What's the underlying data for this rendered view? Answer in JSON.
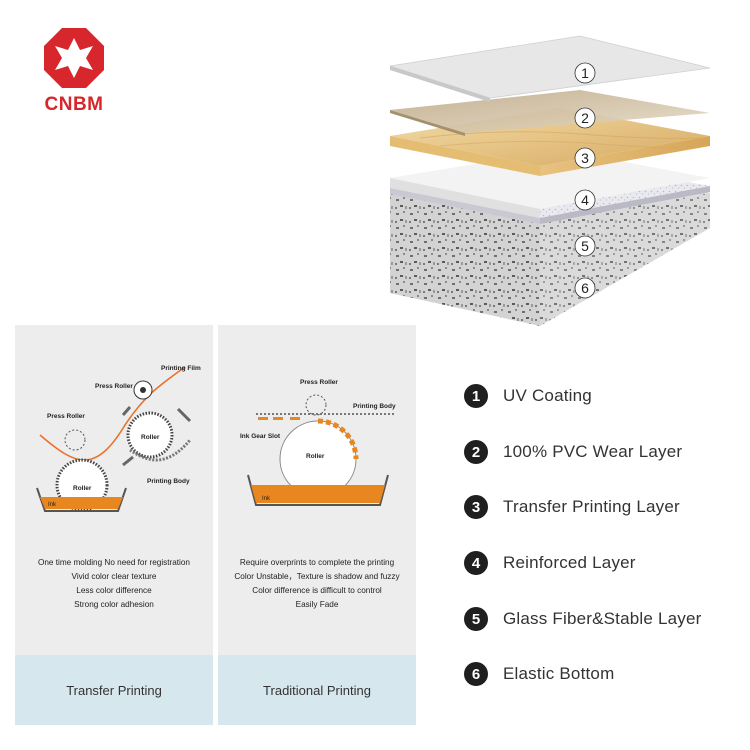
{
  "brand": {
    "name": "CNBM",
    "color": "#d7262c"
  },
  "layers_diagram": {
    "markers": [
      "1",
      "2",
      "3",
      "4",
      "5",
      "6"
    ]
  },
  "legend": [
    {
      "num": "1",
      "label": "UV Coating"
    },
    {
      "num": "2",
      "label": "100% PVC Wear Layer"
    },
    {
      "num": "3",
      "label": "Transfer Printing Layer"
    },
    {
      "num": "4",
      "label": "Reinforced Layer"
    },
    {
      "num": "5",
      "label": "Glass Fiber&Stable Layer"
    },
    {
      "num": "6",
      "label": "Elastic Bottom"
    }
  ],
  "transfer": {
    "title": "Transfer Printing",
    "labels": {
      "printing_film": "Printing Film",
      "press_roller_top": "Press Roller",
      "press_roller_left": "Press Roller",
      "roller_mid": "Roller",
      "roller_bottom": "Roller",
      "printing_body": "Printing Body",
      "ink": "Ink"
    },
    "lines": [
      "One time molding No need for registration",
      "Vivid color clear texture",
      "Less color difference",
      "Strong color adhesion"
    ]
  },
  "traditional": {
    "title": "Traditional Printing",
    "labels": {
      "press_roller": "Press Roller",
      "printing_body": "Printing Body",
      "ink_gear_slot": "Ink Gear Slot",
      "roller": "Roller",
      "ink": "Ink"
    },
    "lines": [
      "Require overprints to complete the printing",
      "Color Unstable，Texture is shadow and fuzzy",
      "Color difference is difficult to control",
      "Easily Fade"
    ]
  }
}
